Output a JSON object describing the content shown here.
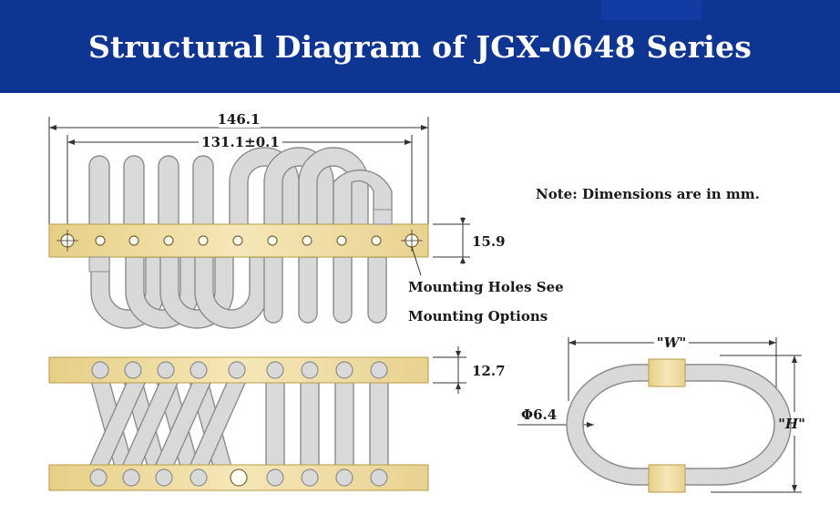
{
  "title": "Structural Diagram of JGX-0648 Series",
  "note": "Note: Dimensions are in mm.",
  "dimensions": {
    "overall_length": "146.1",
    "hole_spacing": "131.1±0.1",
    "bar_height_top_view": "15.9",
    "bar_height_side_view": "12.7",
    "cable_diameter": "Φ6.4",
    "width": "\"W\"",
    "height": "\"H\""
  },
  "callout": {
    "line1": "Mounting Holes See",
    "line2": "Mounting Options"
  },
  "colors": {
    "header": "#0f3593",
    "bar": "#f0dfa6",
    "cable": "#d9d9d9",
    "cable_outline": "#8c8c8c"
  }
}
